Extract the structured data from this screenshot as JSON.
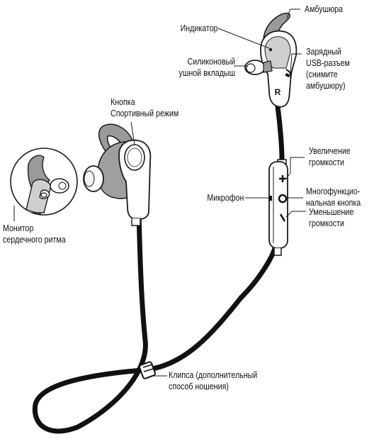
{
  "labels": {
    "indicator": "Индикатор",
    "ear_tip_cushion": "Амбушюра",
    "silicone_insert_line1": "Силиконовый",
    "silicone_insert_line2": "ушной вкладыш",
    "charging_port_line1": "Зарядный",
    "charging_port_line2": "USB-разъем",
    "charging_port_line3": "(снимите",
    "charging_port_line4": "амбушюру)",
    "sport_button_line1": "Кнопка",
    "sport_button_line2": "Спортивный режим",
    "volume_up_line1": "Увеличение",
    "volume_up_line2": "громкости",
    "microphone": "Микрофон",
    "multifunction_line1": "Многофункцио-",
    "multifunction_line2": "нальная кнопка",
    "volume_down_line1": "Уменьшение",
    "volume_down_line2": "громкости",
    "heart_monitor_line1": "Монитор",
    "heart_monitor_line2": "сердечного ритма",
    "clip_line1": "Клипса (дополнительный",
    "clip_line2": "способ ношения)",
    "right_ear_mark": "R",
    "plus_mark": "+",
    "minus_mark": "−"
  },
  "colors": {
    "cable": "#111111",
    "earbud_body": "#ffffff",
    "ear_hook": "#9a9a9a",
    "outline": "#1a1a1a"
  },
  "icons": [
    "plus-icon",
    "multifunction-circle-icon",
    "minus-icon"
  ]
}
